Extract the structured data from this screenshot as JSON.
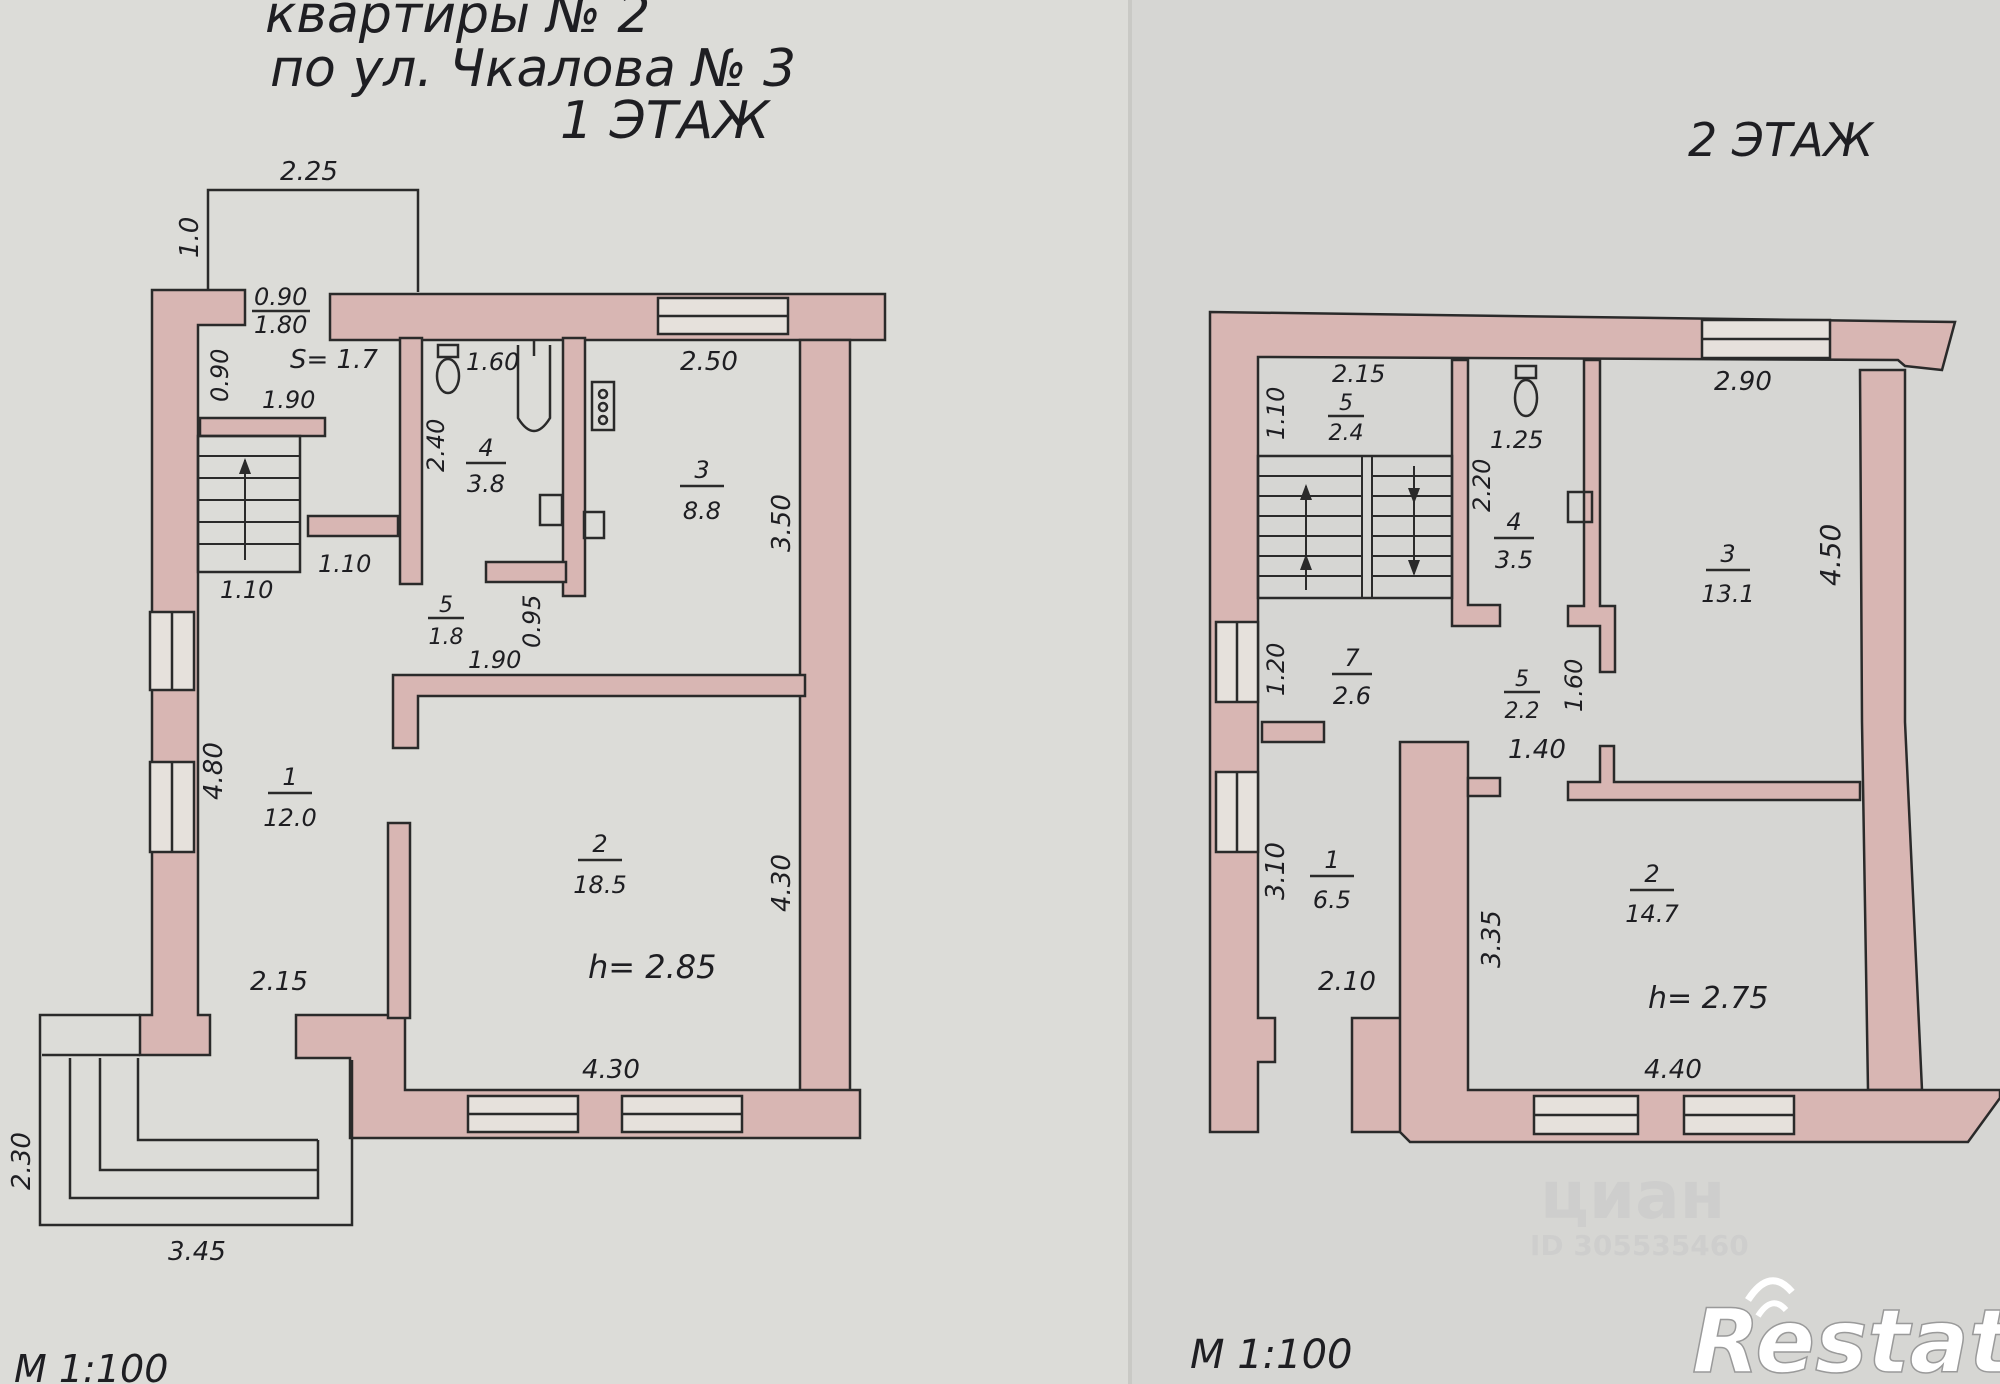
{
  "header": {
    "line1": "квартиры № 2",
    "line2": "по ул. Чкалова № 3"
  },
  "floor1": {
    "title": "1 ЭТАЖ",
    "scale": "М 1:100",
    "height": "h= 2.85",
    "area_label": "S= 1.7",
    "rooms": [
      {
        "num": "1",
        "area": "12.0"
      },
      {
        "num": "2",
        "area": "18.5"
      },
      {
        "num": "3",
        "area": "8.8"
      },
      {
        "num": "4",
        "area": "3.8"
      },
      {
        "num": "5",
        "area": "1.8"
      }
    ],
    "dims": {
      "porch_top": "2.25",
      "porch_side": "1.0",
      "door_top": "0.90",
      "door_bottom": "1.80",
      "vest_side": "0.90",
      "stair_top": "1.90",
      "stair_right": "1.10",
      "stair_bottom": "1.10",
      "bath_top": "1.60",
      "bath_side": "2.40",
      "kitchen_top": "2.50",
      "kitchen_side": "3.50",
      "hall_mid": "0.95",
      "hall_bottom": "1.90",
      "room1_side": "4.80",
      "room1_bottom": "2.15",
      "room2_side": "4.30",
      "room2_bottom": "4.30",
      "terrace_side": "2.30",
      "terrace_bottom": "3.45"
    }
  },
  "floor2": {
    "title": "2 ЭТАЖ",
    "scale": "М 1:100",
    "height": "h= 2.75",
    "rooms": [
      {
        "num": "1",
        "area": "6.5"
      },
      {
        "num": "2",
        "area": "14.7"
      },
      {
        "num": "3",
        "area": "13.1"
      },
      {
        "num": "4",
        "area": "3.5"
      },
      {
        "num": "5",
        "area": "2.4"
      },
      {
        "num": "5",
        "area": "2.2"
      },
      {
        "num": "7",
        "area": "2.6"
      }
    ],
    "dims": {
      "stair_top": "2.15",
      "stair_side": "1.10",
      "wc_top": "1.25",
      "wc_side": "2.20",
      "room3_top": "2.90",
      "room3_side": "4.50",
      "room7_side": "1.20",
      "hall_side": "1.60",
      "hall_bottom": "1.40",
      "room1_side": "3.10",
      "room1_bottom": "2.10",
      "room2_side": "3.35",
      "room2_bottom": "4.40"
    }
  },
  "watermark": {
    "site": "циан",
    "id": "ID 305535460",
    "brand": "Restate"
  }
}
